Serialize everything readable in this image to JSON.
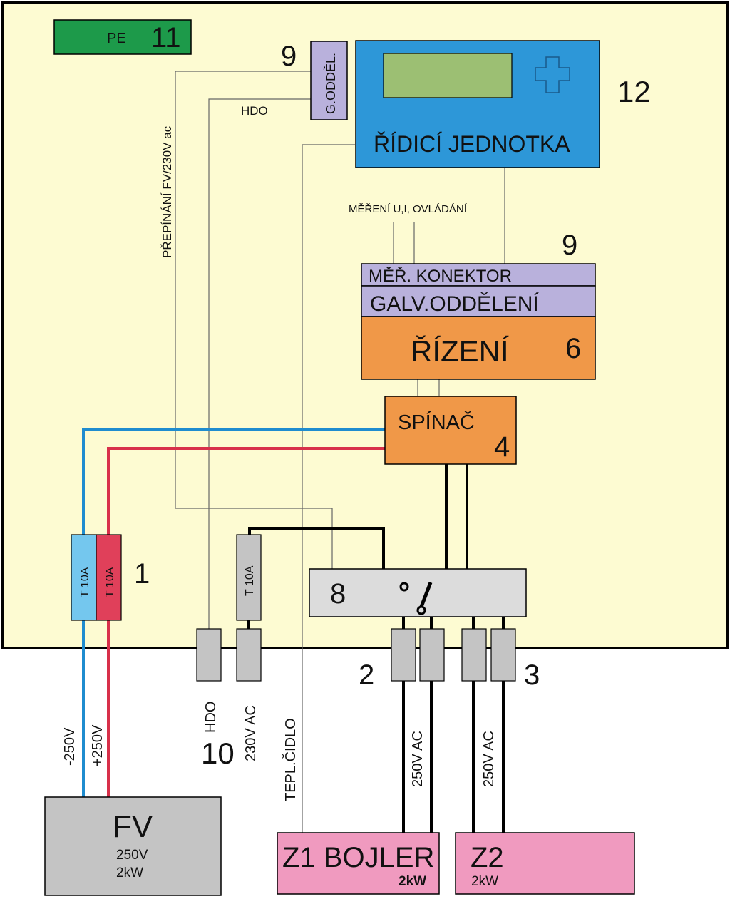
{
  "pe": {
    "label": "PE",
    "number": "11"
  },
  "galv_small": {
    "label": "G.ODDĚL.",
    "number": "9"
  },
  "control_unit": {
    "label": "ŘÍDICÍ JEDNOTKA",
    "number": "12"
  },
  "hdo_wire_label": "HDO",
  "switching_label": "PŘEPÍNÁNÍ  FV/230V ac",
  "measure_label": "MĚŘENÍ U,I, OVLÁDÁNÍ",
  "connector": {
    "label": "MĚŘ. KONEKTOR",
    "number": "9"
  },
  "galv_isolation": {
    "label": "GALV.ODDĚLENÍ"
  },
  "control": {
    "label": "ŘÍZENÍ",
    "number": "6"
  },
  "switch": {
    "label": "SPÍNAČ",
    "number": "4"
  },
  "fuses": {
    "fv_minus": "T 10A",
    "fv_plus": "T 10A",
    "ac": "T 10A",
    "number": "1"
  },
  "relay": {
    "number": "8"
  },
  "terminals": {
    "group_a": "2",
    "group_b": "3",
    "group_left": "10"
  },
  "outer_labels": {
    "minus": "-250V",
    "plus": "+250V",
    "hdo": "HDO",
    "ac230": "230V AC",
    "temp_sensor": "TEPL.ČIDLO",
    "z1_wire": "250V AC",
    "z2_wire": "250V AC"
  },
  "fv": {
    "title": "FV",
    "voltage": "250V",
    "power": "2kW"
  },
  "z1": {
    "title": "Z1 BOJLER",
    "power": "2kW"
  },
  "z2": {
    "title": "Z2",
    "power": "2kW"
  },
  "colors": {
    "panel": "#fdfbd2",
    "pe": "#1d9a4a",
    "control_unit": "#2d97d8",
    "display": "#9cbf73",
    "lavender": "#b9b1dc",
    "orange": "#f09848",
    "fuse_blue": "#74c7ee",
    "fuse_red": "#e0405a",
    "gray": "#c4c4c4",
    "pink": "#f09abf",
    "wire_blue": "#1f8ccf",
    "wire_red": "#d8304a"
  }
}
